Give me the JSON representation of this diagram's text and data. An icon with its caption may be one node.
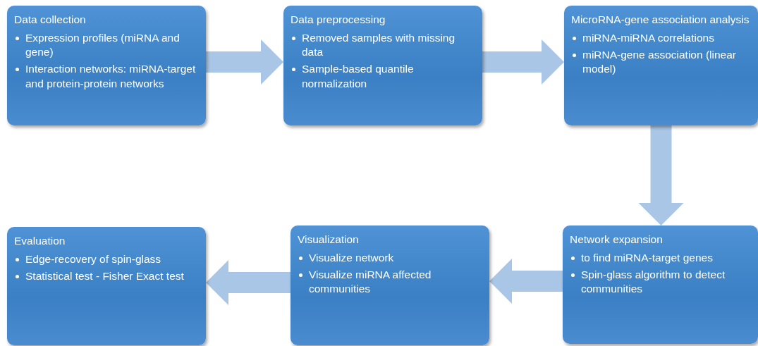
{
  "diagram": {
    "nodes": [
      {
        "text": [
          "Data collection",
          "Expression profiles (miRNA and gene)",
          "Interaction networks: miRNA-target and protein-protein networks"
        ]
      },
      {
        "text": [
          "Data preprocessing",
          "Removed samples with missing data",
          "Sample-based quantile normalization"
        ]
      },
      {
        "text": [
          "MicroRNA-gene association analysis",
          "miRNA-miRNA correlations",
          "miRNA-gene association (linear model)"
        ]
      },
      {
        "text": [
          "Network expansion",
          "to find miRNA-target genes",
          "Spin-glass algorithm to detect communities"
        ]
      },
      {
        "text": [
          "Visualization",
          "Visualize network",
          "Visualize miRNA affected communities"
        ]
      },
      {
        "text": [
          "Evaluation",
          "Edge-recovery of spin-glass",
          "Statistical test - Fisher Exact test"
        ]
      }
    ],
    "edges": [
      {
        "from": 0,
        "to": 1,
        "arrow": "to"
      },
      {
        "from": 1,
        "to": 2,
        "arrow": "to"
      },
      {
        "from": 2,
        "to": 3,
        "arrow": "to"
      },
      {
        "from": 3,
        "to": 4,
        "arrow": "to"
      },
      {
        "from": 4,
        "to": 5,
        "arrow": "to"
      }
    ]
  }
}
